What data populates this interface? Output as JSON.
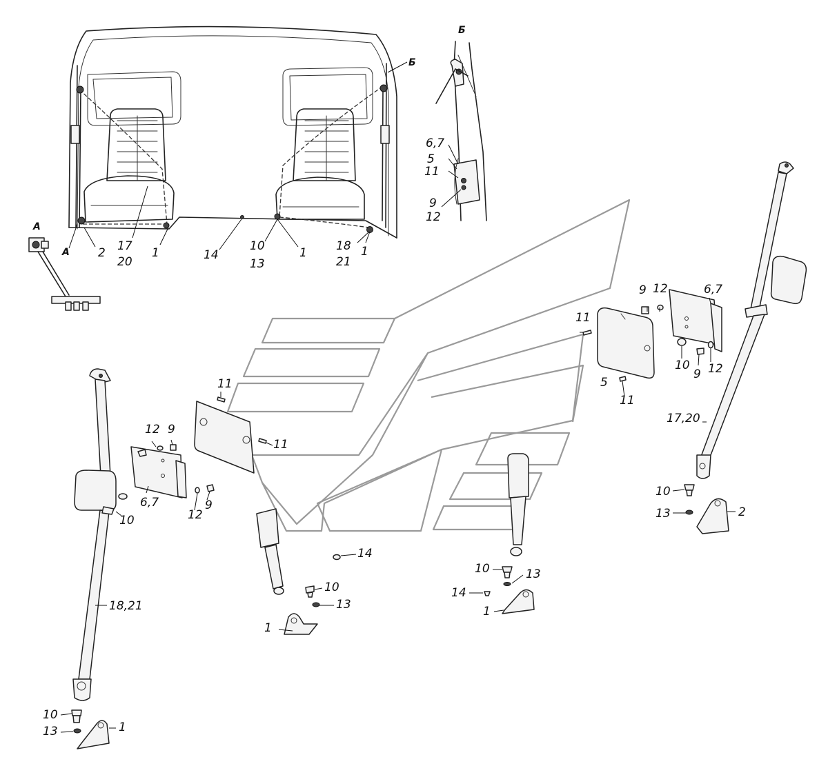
{
  "view_letters": {
    "a_top": "A",
    "a_bottom": "A",
    "b_top": "Б",
    "b_view": "Б"
  },
  "callouts": {
    "top_2": "2",
    "top_17": "17",
    "top_20": "20",
    "top_1a": "1",
    "top_14": "14",
    "top_10": "10",
    "top_13": "13",
    "top_1b": "1",
    "top_18": "18",
    "top_21": "21",
    "top_1c": "1",
    "b_67": "6,7",
    "b_5": "5",
    "b_11": "11",
    "b_9": "9",
    "b_12": "12",
    "r_9": "9",
    "r_12a": "12",
    "r_67": "6,7",
    "r_11a": "11",
    "r_10": "10",
    "r_9b": "9",
    "r_12b": "12",
    "r_5": "5",
    "r_11b": "11",
    "r_1720": "17,20",
    "r_10b": "10",
    "r_13": "13",
    "r_2": "2",
    "l_11a": "11",
    "l_12a": "12",
    "l_9a": "9",
    "l_11b": "11",
    "l_67": "6,7",
    "l_12b": "12",
    "l_9b": "9",
    "l_10": "10",
    "l_1821": "18,21",
    "l_10b": "10",
    "l_13": "13",
    "l_1": "1",
    "m_14": "14",
    "m_10": "10",
    "m_13": "13",
    "m_1": "1",
    "c_10": "10",
    "c_13": "13",
    "c_14": "14",
    "c_1": "1"
  }
}
